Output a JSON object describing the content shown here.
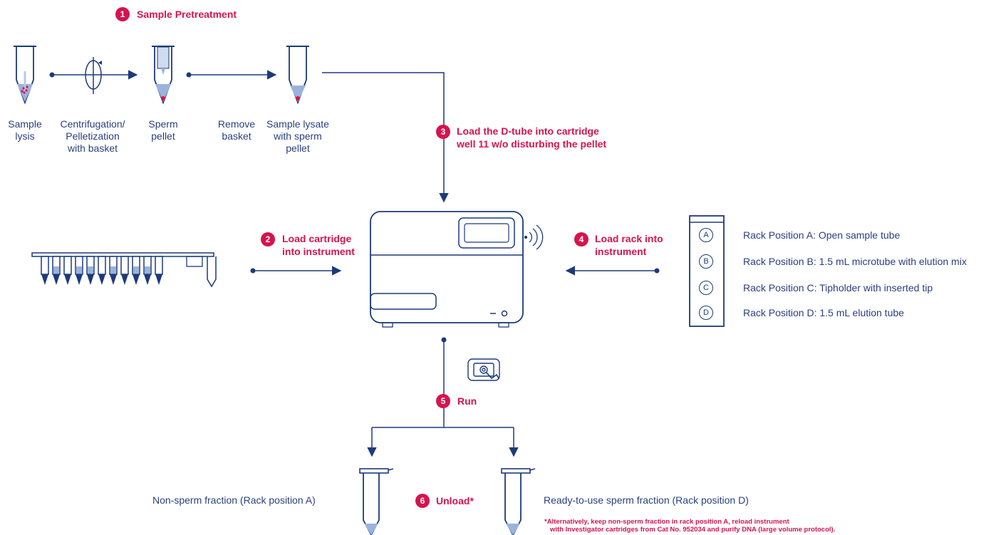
{
  "colors": {
    "accent": "#d6134e",
    "line": "#1d3a7a",
    "liquid": "#9bb3dc"
  },
  "step1": {
    "num": "1",
    "label": "Sample Pretreatment"
  },
  "step2": {
    "num": "2",
    "label_line1": "Load cartridge",
    "label_line2": "into instrument"
  },
  "step3": {
    "num": "3",
    "label_line1": "Load the D-tube into cartridge",
    "label_line2": "well 11 w/o disturbing the pellet"
  },
  "step4": {
    "num": "4",
    "label_line1": "Load rack into",
    "label_line2": "instrument"
  },
  "step5": {
    "num": "5",
    "label": "Run"
  },
  "step6": {
    "num": "6",
    "label": "Unload*"
  },
  "pretreatment": {
    "sample_lysis": [
      "Sample",
      "lysis"
    ],
    "centrifugation": [
      "Centrifugation/",
      "Pelletization",
      "with basket"
    ],
    "sperm_pellet": [
      "Sperm",
      "pellet"
    ],
    "remove_basket": [
      "Remove",
      "basket"
    ],
    "sample_lysate": [
      "Sample lysate",
      "with sperm",
      "pellet"
    ]
  },
  "rack": {
    "positions": [
      {
        "letter": "A",
        "label": "Rack Position A: Open sample tube"
      },
      {
        "letter": "B",
        "label": "Rack Position B: 1.5 mL microtube with elution mix"
      },
      {
        "letter": "C",
        "label": "Rack Position C: Tipholder with inserted tip"
      },
      {
        "letter": "D",
        "label": "Rack Position D: 1.5 mL elution tube"
      }
    ]
  },
  "outputs": {
    "non_sperm": "Non-sperm fraction (Rack position A)",
    "sperm": "Ready-to-use sperm fraction (Rack position D)"
  },
  "footnote": {
    "line1": "*Alternatively, keep non-sperm fraction in rack position A, reload instrument",
    "line2": "with Investigator cartridges from Cat No. 952034 and purify DNA (large volume protocol)."
  }
}
